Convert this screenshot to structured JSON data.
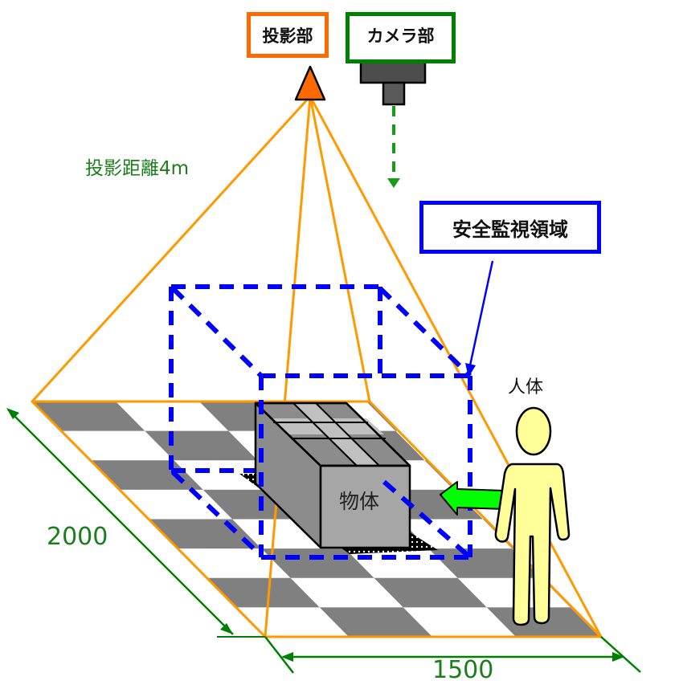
{
  "labels": {
    "projector": "投影部",
    "camera": "カメラ部",
    "projection_distance": "投影距離4m",
    "safety_zone": "安全監視領域",
    "human": "人体",
    "object": "物体",
    "depth_dimension": "2000",
    "width_dimension": "1500"
  },
  "colors": {
    "projector_orange": "#ff6a00",
    "projection_lines": "#ff9900",
    "camera_green": "#008000",
    "dimension_green": "#1a7f1a",
    "safety_blue": "#0000ff",
    "checker_gray": "#808080",
    "human_fill": "#ffff99",
    "arrow_green": "#00ff00",
    "box_gray": "#a6a6a6"
  }
}
